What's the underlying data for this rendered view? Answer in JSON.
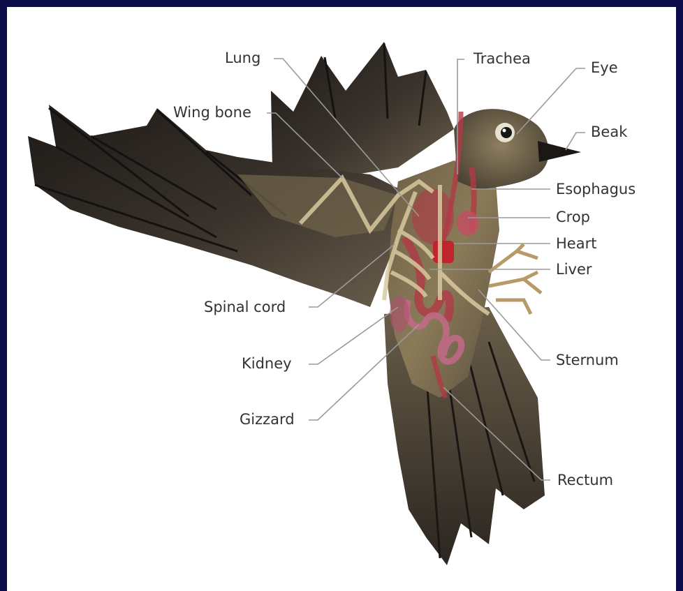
{
  "diagram": {
    "labels": {
      "lung": "Lung",
      "wing_bone": "Wing bone",
      "trachea": "Trachea",
      "eye": "Eye",
      "beak": "Beak",
      "esophagus": "Esophagus",
      "crop": "Crop",
      "heart": "Heart",
      "liver": "Liver",
      "spinal_cord": "Spinal cord",
      "sternum": "Sternum",
      "kidney": "Kidney",
      "gizzard": "Gizzard",
      "rectum": "Rectum"
    },
    "colors": {
      "frame": "#0c0c4a",
      "background": "#ffffff",
      "feathers": "#2e2823",
      "body": "#7d6b4c",
      "organs": "#b03a45",
      "bone": "#d9c9a0",
      "label_text": "#333333",
      "leader_line": "#9a9a9a"
    }
  }
}
